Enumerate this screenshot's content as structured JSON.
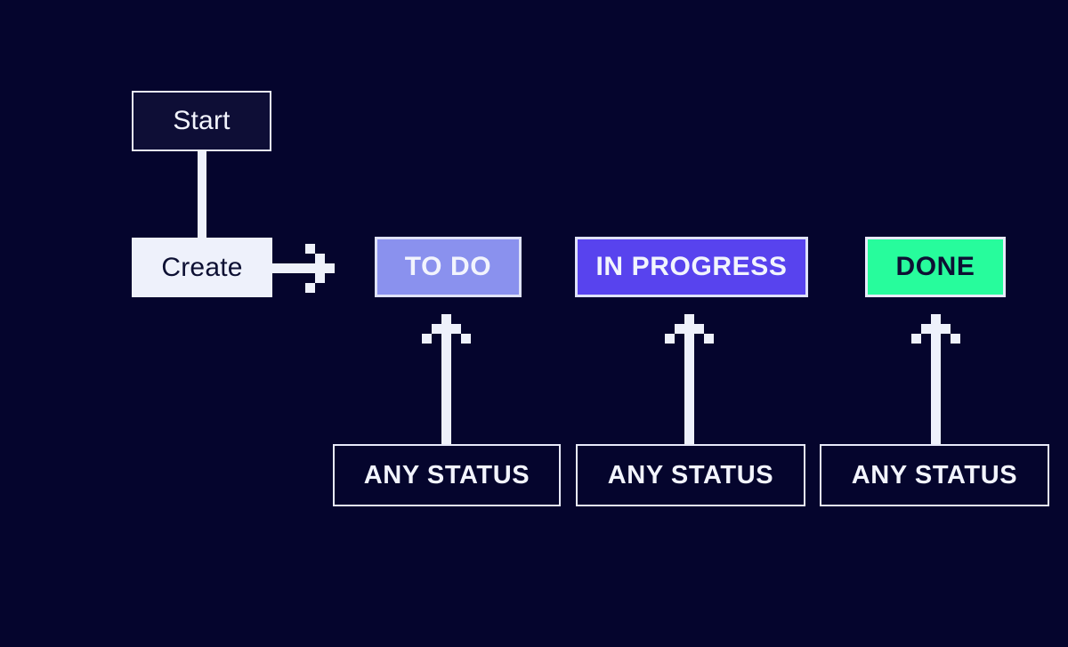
{
  "page": {
    "bg_color": "#05052d"
  },
  "colors": {
    "connector_light": "#eef1fb",
    "text_light": "#f2f4fd",
    "text_dark": "#0d1033",
    "border_light": "#e8eafa",
    "border_tint": "#dfe2f8",
    "start_fill": "#0e0e36",
    "create_fill": "#eef1fb",
    "todo_fill": "#8a91ee",
    "in_progress_fill": "#5843ee",
    "done_fill": "#27fc9c"
  },
  "workflow": {
    "start": {
      "label": "Start"
    },
    "create": {
      "label": "Create"
    },
    "statuses": [
      {
        "label": "TO DO"
      },
      {
        "label": "IN PROGRESS"
      },
      {
        "label": "DONE"
      }
    ],
    "transitions": [
      {
        "label": "ANY STATUS"
      },
      {
        "label": "ANY STATUS"
      },
      {
        "label": "ANY STATUS"
      }
    ],
    "icons": {
      "create_out": "pixel-arrow-right-icon",
      "transition_up": "pixel-arrow-up-icon"
    }
  }
}
